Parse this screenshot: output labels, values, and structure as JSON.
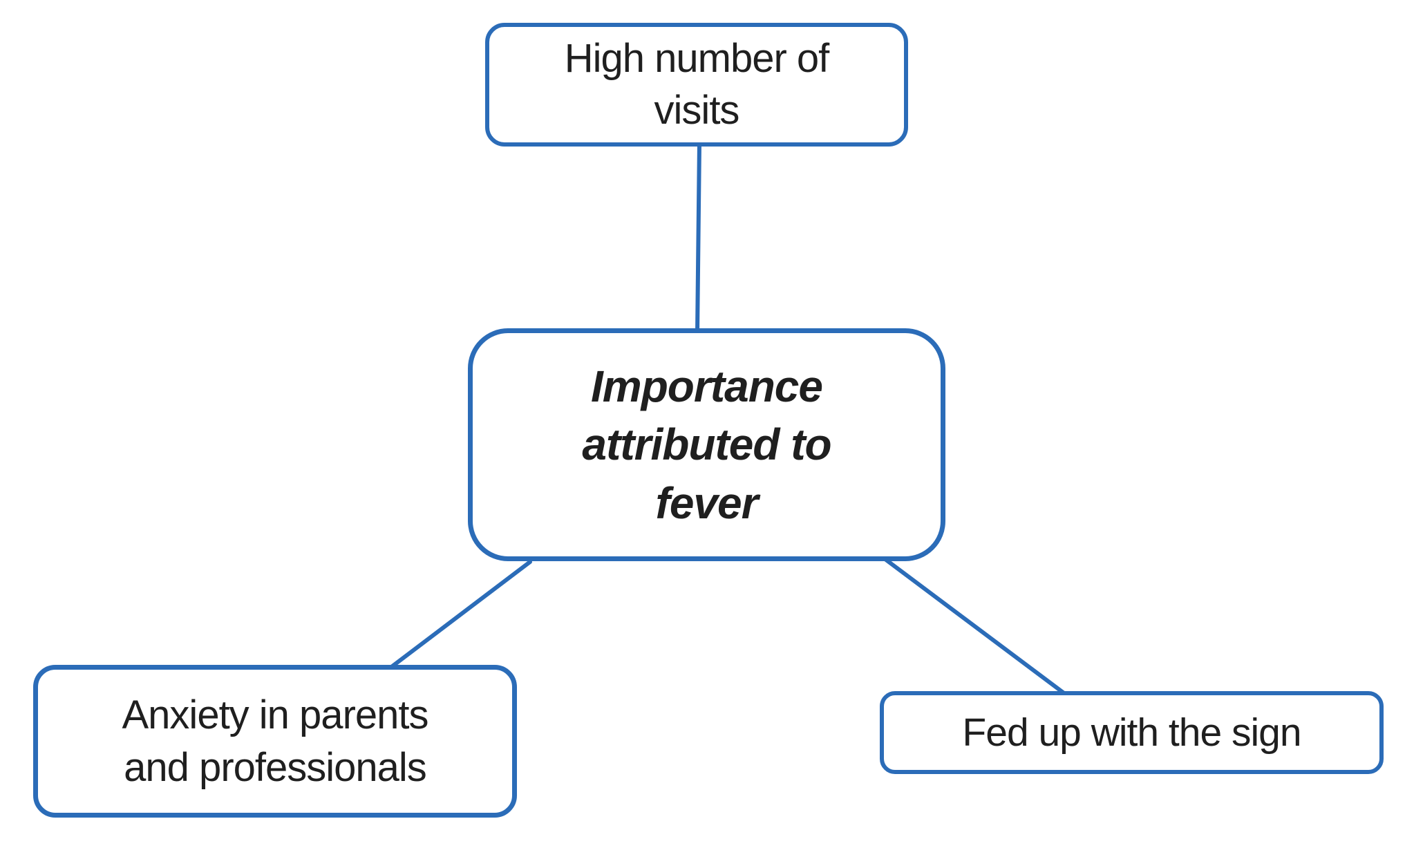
{
  "colors": {
    "accent_blue": "#2b6cb8",
    "text": "#1f1f1f",
    "background": "#ffffff"
  },
  "nodes": {
    "top": {
      "label": "High number of visits",
      "lines": [
        "High number of",
        "visits"
      ],
      "emphasis": "normal"
    },
    "center": {
      "label": "Importance attributed to fever",
      "lines": [
        "Importance",
        "attributed to",
        "fever"
      ],
      "emphasis": "bold-italic"
    },
    "bottom_left": {
      "label": "Anxiety in parents and professionals",
      "lines": [
        "Anxiety in parents",
        "and professionals"
      ],
      "emphasis": "normal"
    },
    "bottom_right": {
      "label": "Fed up with the sign",
      "lines": [
        "Fed up with the sign"
      ],
      "emphasis": "normal"
    }
  },
  "edges": [
    {
      "from": "High number of visits",
      "to": "Importance attributed to fever"
    },
    {
      "from": "Importance attributed to fever",
      "to": "Anxiety in parents and professionals"
    },
    {
      "from": "Importance attributed to fever",
      "to": "Fed up with the sign"
    }
  ]
}
